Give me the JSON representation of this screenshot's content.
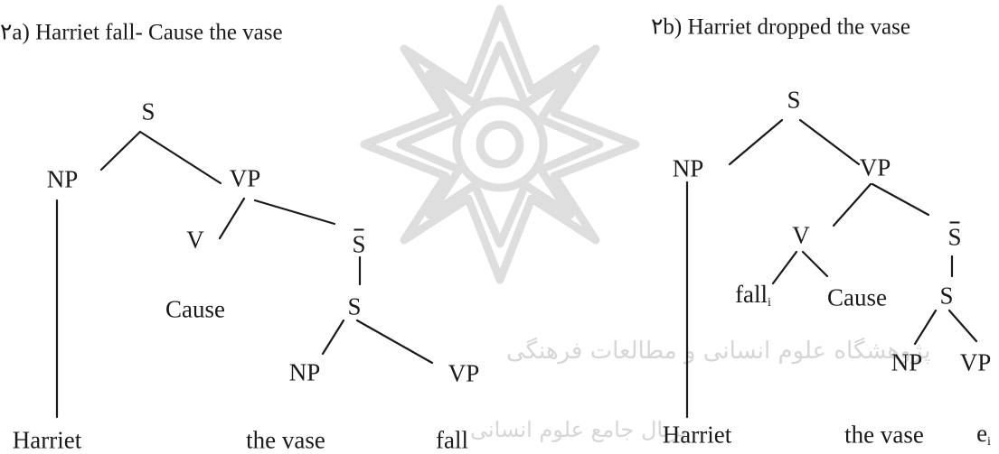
{
  "captions": {
    "a": "۲a) Harriet  fall- Cause the vase",
    "b": "۲b) Harriet  dropped  the vase"
  },
  "tree_a": {
    "s": "S",
    "np": "NP",
    "vp": "VP",
    "v": "V",
    "sbar": "S",
    "s2": "S",
    "cause": "Cause",
    "np2": "NP",
    "vp2": "VP",
    "harriet": "Harriet",
    "the_vase": "the vase",
    "fall": "fall"
  },
  "tree_b": {
    "s": "S",
    "np": "NP",
    "vp": "VP",
    "v": "V",
    "sbar": "S",
    "fall": "fall",
    "fall_sub": "i",
    "cause": "Cause",
    "s2": "S",
    "np2": "NP",
    "vp2": "VP",
    "harriet": "Harriet",
    "the_vase": "the vase",
    "e": "e",
    "e_sub": "i"
  },
  "watermark": {
    "line1": "پژوهشگاه علوم انسانی و مطالعات فرهنگی",
    "line2": "پرتال جامع علوم انسانی"
  },
  "colors": {
    "ink": "#1a1a1a",
    "watermark": "#d6d6d6"
  }
}
